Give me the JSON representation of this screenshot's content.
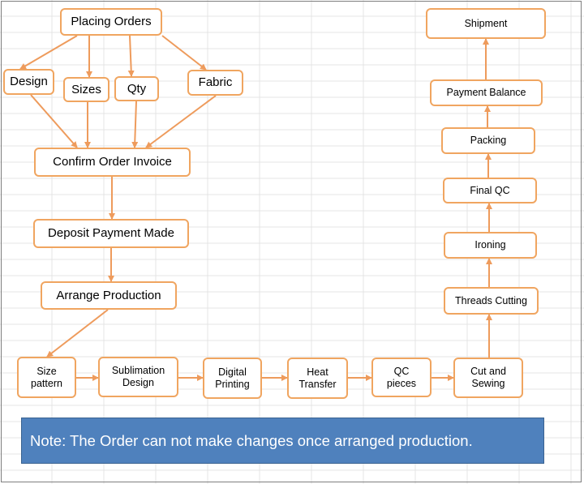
{
  "colors": {
    "node_border": "#f0a560",
    "arrow": "#ee9b5c",
    "note_bg": "#4f81bd",
    "note_text": "#ffffff",
    "grid": "#e4e4e4"
  },
  "nodes": {
    "placing_orders": "Placing Orders",
    "design": "Design",
    "sizes": "Sizes",
    "qty": "Qty",
    "fabric": "Fabric",
    "confirm_order_invoice": "Confirm Order  Invoice",
    "deposit_payment_made": "Deposit Payment Made",
    "arrange_production": "Arrange Production",
    "size_pattern": "Size\npattern",
    "sublimation_design": "Sublimation\nDesign",
    "digital_printing": "Digital\nPrinting",
    "heat_transfer": "Heat\nTransfer",
    "qc_pieces": "QC\npieces",
    "cut_and_sewing": "Cut and\nSewing",
    "threads_cutting": "Threads Cutting",
    "ironing": "Ironing",
    "final_qc": "Final QC",
    "packing": "Packing",
    "payment_balance": "Payment Balance",
    "shipment": "Shipment"
  },
  "note": "Note:  The Order can not make changes once arranged production."
}
